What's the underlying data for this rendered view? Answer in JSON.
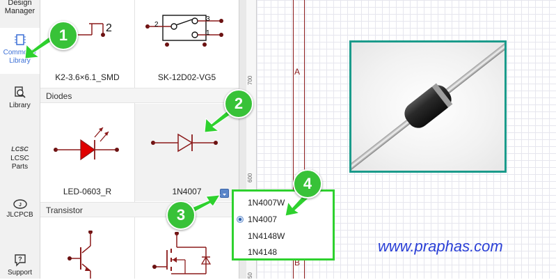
{
  "nav": {
    "design_manager_line1": "Design",
    "design_manager_line2": "Manager",
    "commonly_line1": "Commonly",
    "commonly_line2": "Library",
    "library": "Library",
    "lcsc_logo": "LCSC",
    "lcsc_line1": "LCSC",
    "lcsc_line2": "Parts",
    "jlcpcb": "JLCPCB",
    "support": "Support"
  },
  "library": {
    "top_cells": [
      {
        "label": "K2-3.6×6.1_SMD",
        "pin": "2"
      },
      {
        "label": "SK-12D02-VG5",
        "pin_left": "2",
        "pin_top": "3",
        "pin_bottom": "1"
      }
    ],
    "sections": [
      "Diodes",
      "Transistor"
    ],
    "diode_cells": [
      {
        "label": "LED-0603_R"
      },
      {
        "label": "1N4007"
      }
    ]
  },
  "ruler": {
    "marks": [
      "700",
      "600",
      "50"
    ]
  },
  "canvas": {
    "marker_a": "A",
    "marker_b": "B"
  },
  "dropdown": {
    "items": [
      "1N4007W",
      "1N4007",
      "1N4148W",
      "1N4148"
    ],
    "selected_index": 1
  },
  "callouts": [
    "1",
    "2",
    "3",
    "4"
  ],
  "watermark": "www.praphas.com",
  "colors": {
    "accent": "#2ed12e",
    "symbol": "#8b1a1a",
    "led": "#e00000",
    "photo_border": "#1b9b8b",
    "watermark": "#2a3fd6"
  }
}
